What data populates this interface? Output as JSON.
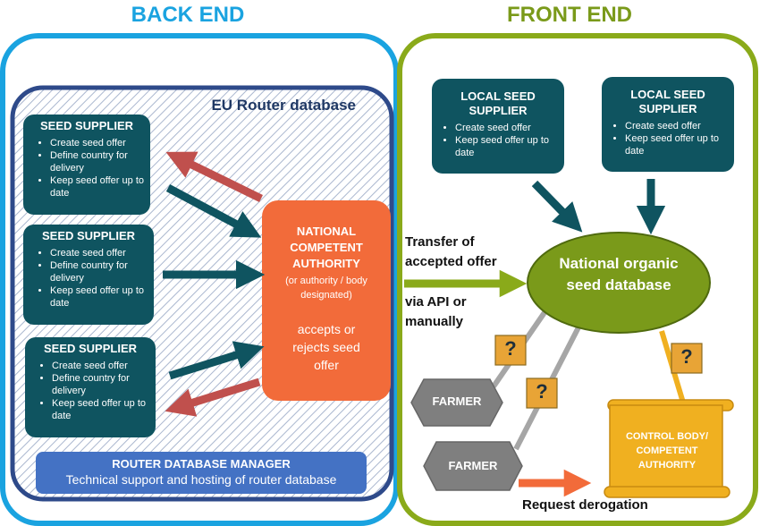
{
  "sections": {
    "back_end": "BACK END",
    "front_end": "FRONT END"
  },
  "router_db": {
    "title": "EU Router database"
  },
  "seed_suppliers": [
    {
      "title": "SEED SUPPLIER",
      "items": [
        "Create seed offer",
        "Define country for delivery",
        "Keep seed offer up to date"
      ]
    },
    {
      "title": "SEED SUPPLIER",
      "items": [
        "Create seed offer",
        "Define country for delivery",
        "Keep seed offer up to date"
      ]
    },
    {
      "title": "SEED SUPPLIER",
      "items": [
        "Create seed offer",
        "Define country for delivery",
        "Keep seed offer up to date"
      ]
    }
  ],
  "nca": {
    "title": "NATIONAL COMPETENT AUTHORITY",
    "subtitle": "(or authority / body designated)",
    "action": "accepts or rejects seed offer"
  },
  "router_manager": {
    "title": "ROUTER DATABASE MANAGER",
    "subtitle": "Technical support and hosting of router database"
  },
  "transfer": {
    "line1": "Transfer of accepted offer",
    "line2": "via API or manually"
  },
  "local_suppliers": [
    {
      "title": "LOCAL SEED SUPPLIER",
      "items": [
        "Create seed offer",
        "Keep seed offer up to date"
      ]
    },
    {
      "title": "LOCAL SEED SUPPLIER",
      "items": [
        "Create seed offer",
        "Keep seed offer up to date"
      ]
    }
  ],
  "national_db": {
    "title": "National organic seed database"
  },
  "farmers": [
    "FARMER",
    "FARMER"
  ],
  "question_mark": "?",
  "control_body": {
    "title": "CONTROL BODY/ COMPETENT AUTHORITY"
  },
  "request_derogation": "Request derogation",
  "colors": {
    "back_end": "#1aa3e0",
    "front_end": "#7a9a1a",
    "dark_box": "#0f5460",
    "nca": "#f26b3a",
    "arrow_red": "#c0504d",
    "arrow_teal": "#0f5460",
    "ellipse": "#7a9a1a",
    "manager": "#4472c4",
    "scroll": "#f0b020",
    "question": "#e8a436"
  }
}
